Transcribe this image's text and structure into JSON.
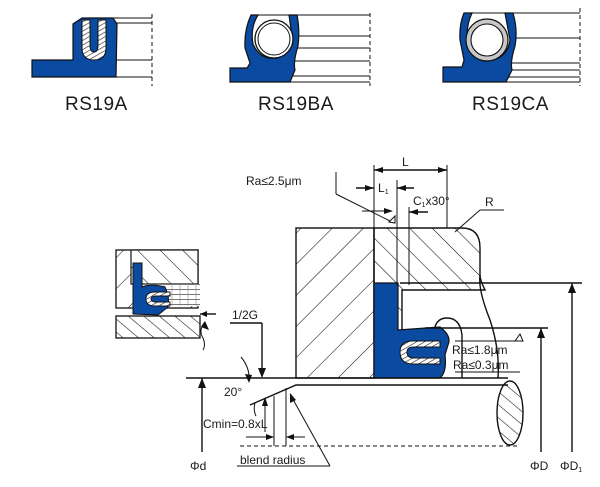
{
  "colors": {
    "seal": "#0a4aa0",
    "line": "#111111",
    "spring_metal": "#c8c8c8",
    "background": "#ffffff"
  },
  "variants": [
    {
      "label": "RS19A",
      "spring_type": "u-shaped finger spring"
    },
    {
      "label": "RS19BA",
      "spring_type": "coil spring"
    },
    {
      "label": "RS19CA",
      "spring_type": "coil spring with metal ring"
    }
  ],
  "installation": {
    "surface_roughness_top": "Ra≤2.5μm",
    "length_L": "L",
    "length_L1": "L",
    "length_L1_sub": "1",
    "chamfer": "C",
    "chamfer_sub": "1",
    "chamfer_angle": "x30°",
    "radius": "R",
    "pressure_label": "1/2G",
    "surface_roughness_bore": "Ra≤1.8μm",
    "surface_roughness_shaft": "Ra≤0.3μm",
    "lead_in_angle": "20°",
    "chamfer_min": "Cmin=0.8xL",
    "blend_radius": "blend radius",
    "diameter_d": "Φd",
    "diameter_D": "ΦD",
    "diameter_D1": "ΦD",
    "diameter_D1_sub": "1"
  }
}
